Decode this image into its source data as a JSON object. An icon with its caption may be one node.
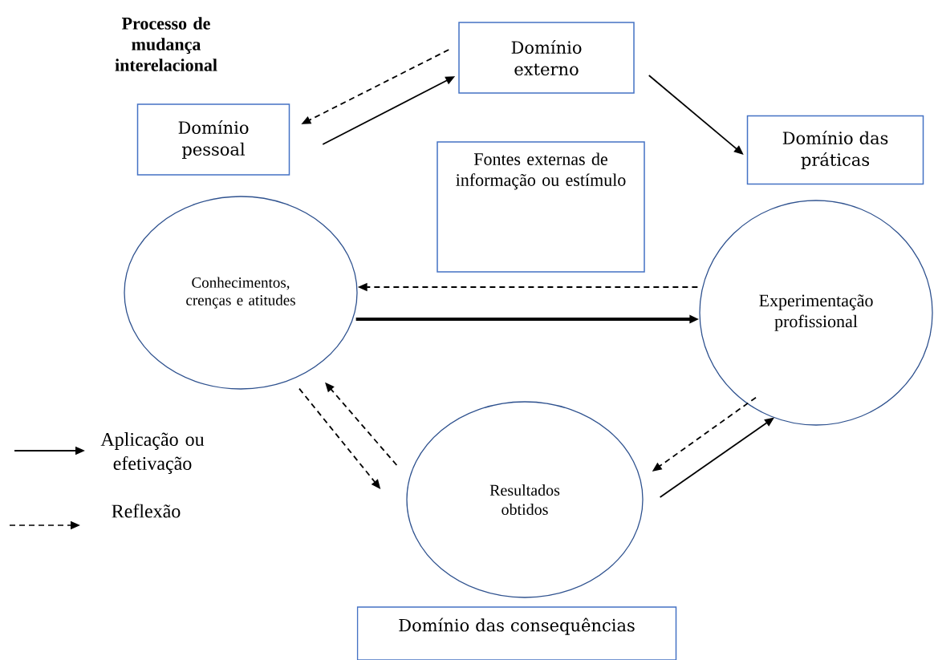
{
  "diagram": {
    "title": "Processo de mudança interelacional",
    "nodes": [
      {
        "text": [
          "Domínio externo"
        ]
      },
      {
        "text": [
          "Domínio pessoal"
        ]
      },
      {
        "text": [
          "Domínio das práticas"
        ]
      },
      {
        "text": [
          "Fontes externas de informação ou estímulo"
        ]
      },
      {
        "text": [
          "Conhecimentos, crenças e atitudes"
        ]
      },
      {
        "text": [
          "Experimentação profissional"
        ]
      },
      {
        "text": [
          "Resultados obtidos"
        ]
      },
      {
        "text": [
          "Domínio das consequências"
        ]
      }
    ],
    "edges": [
      {
        "from": 1,
        "to": 0,
        "arrow": "to"
      },
      {
        "from": 0,
        "to": 1,
        "arrow": "to",
        "style": "dashed"
      },
      {
        "from": 0,
        "to": 2,
        "arrow": "to"
      },
      {
        "from": 5,
        "to": 4,
        "arrow": "to",
        "style": "dashed"
      },
      {
        "from": 4,
        "to": 5,
        "arrow": "to",
        "style": "thick"
      },
      {
        "from": 4,
        "to": 6,
        "arrow": "to",
        "style": "dashed"
      },
      {
        "from": 6,
        "to": 4,
        "arrow": "to",
        "style": "dashed"
      },
      {
        "from": 5,
        "to": 6,
        "arrow": "to",
        "style": "dashed"
      },
      {
        "from": 6,
        "to": 5,
        "arrow": "to"
      }
    ],
    "legend": [
      {
        "text": "Aplicação ou efetivação"
      },
      {
        "text": "Reflexão"
      }
    ]
  }
}
